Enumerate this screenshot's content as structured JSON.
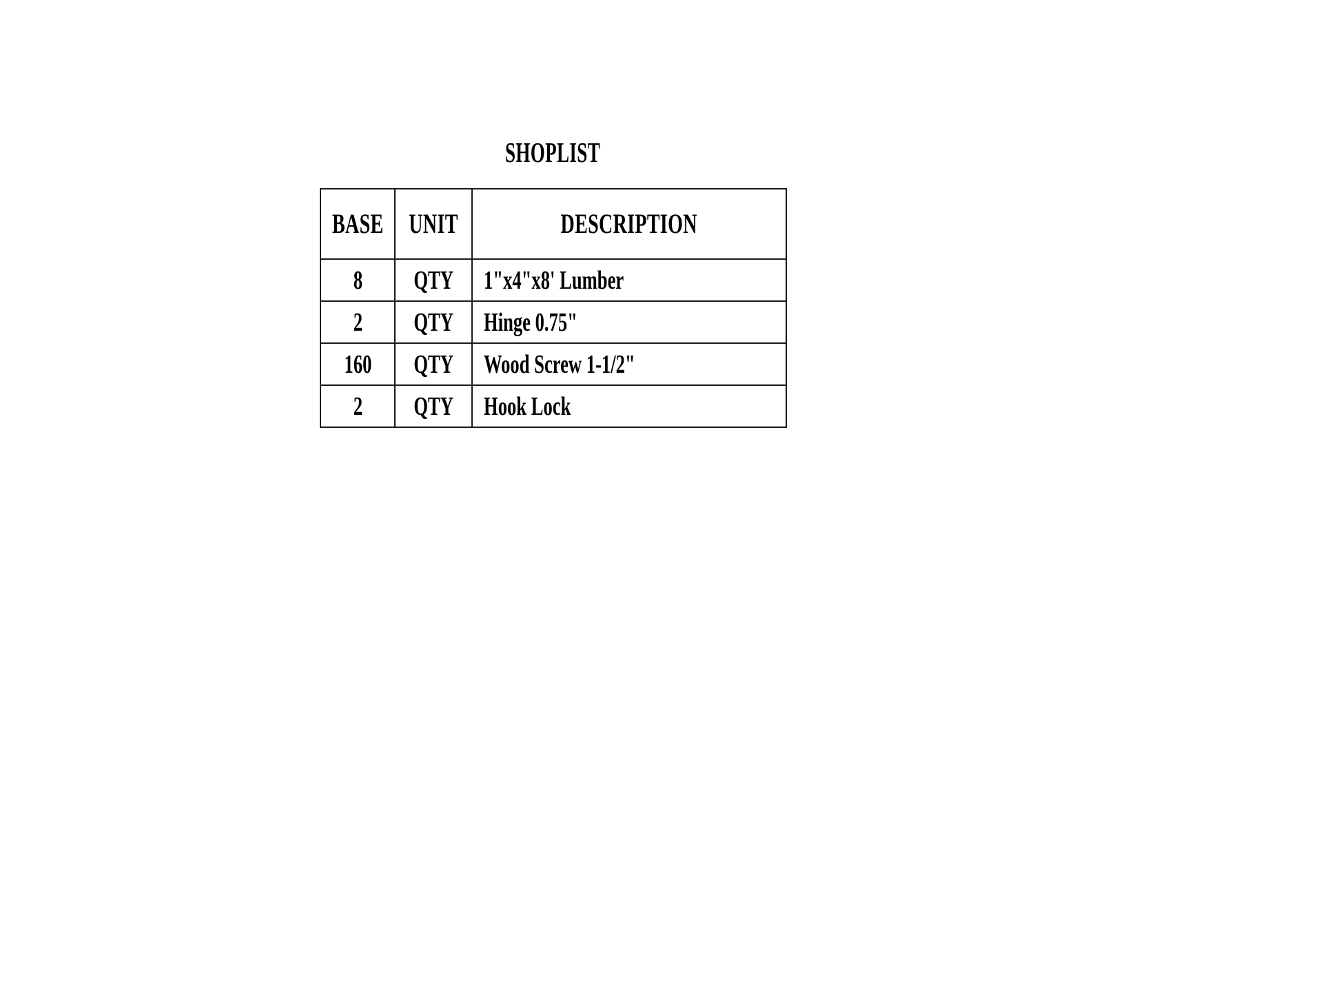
{
  "document": {
    "title": "SHOPLIST",
    "background_color": "#ffffff",
    "text_color": "#000000",
    "border_color": "#1a1a1a"
  },
  "table": {
    "name": "shoplist-table",
    "columns": [
      {
        "key": "base",
        "label": "BASE",
        "align": "center"
      },
      {
        "key": "unit",
        "label": "UNIT",
        "align": "center"
      },
      {
        "key": "description",
        "label": "DESCRIPTION",
        "align": "center"
      }
    ],
    "headers": {
      "base": "BASE",
      "unit": "UNIT",
      "description": "DESCRIPTION"
    },
    "rows": [
      {
        "base": "8",
        "unit": "QTY",
        "description": "1\"x4\"x8' Lumber"
      },
      {
        "base": "2",
        "unit": "QTY",
        "description": "Hinge 0.75\""
      },
      {
        "base": "160",
        "unit": "QTY",
        "description": "Wood Screw 1-1/2\""
      },
      {
        "base": "2",
        "unit": "QTY",
        "description": "Hook Lock"
      }
    ],
    "row_count": 4
  }
}
